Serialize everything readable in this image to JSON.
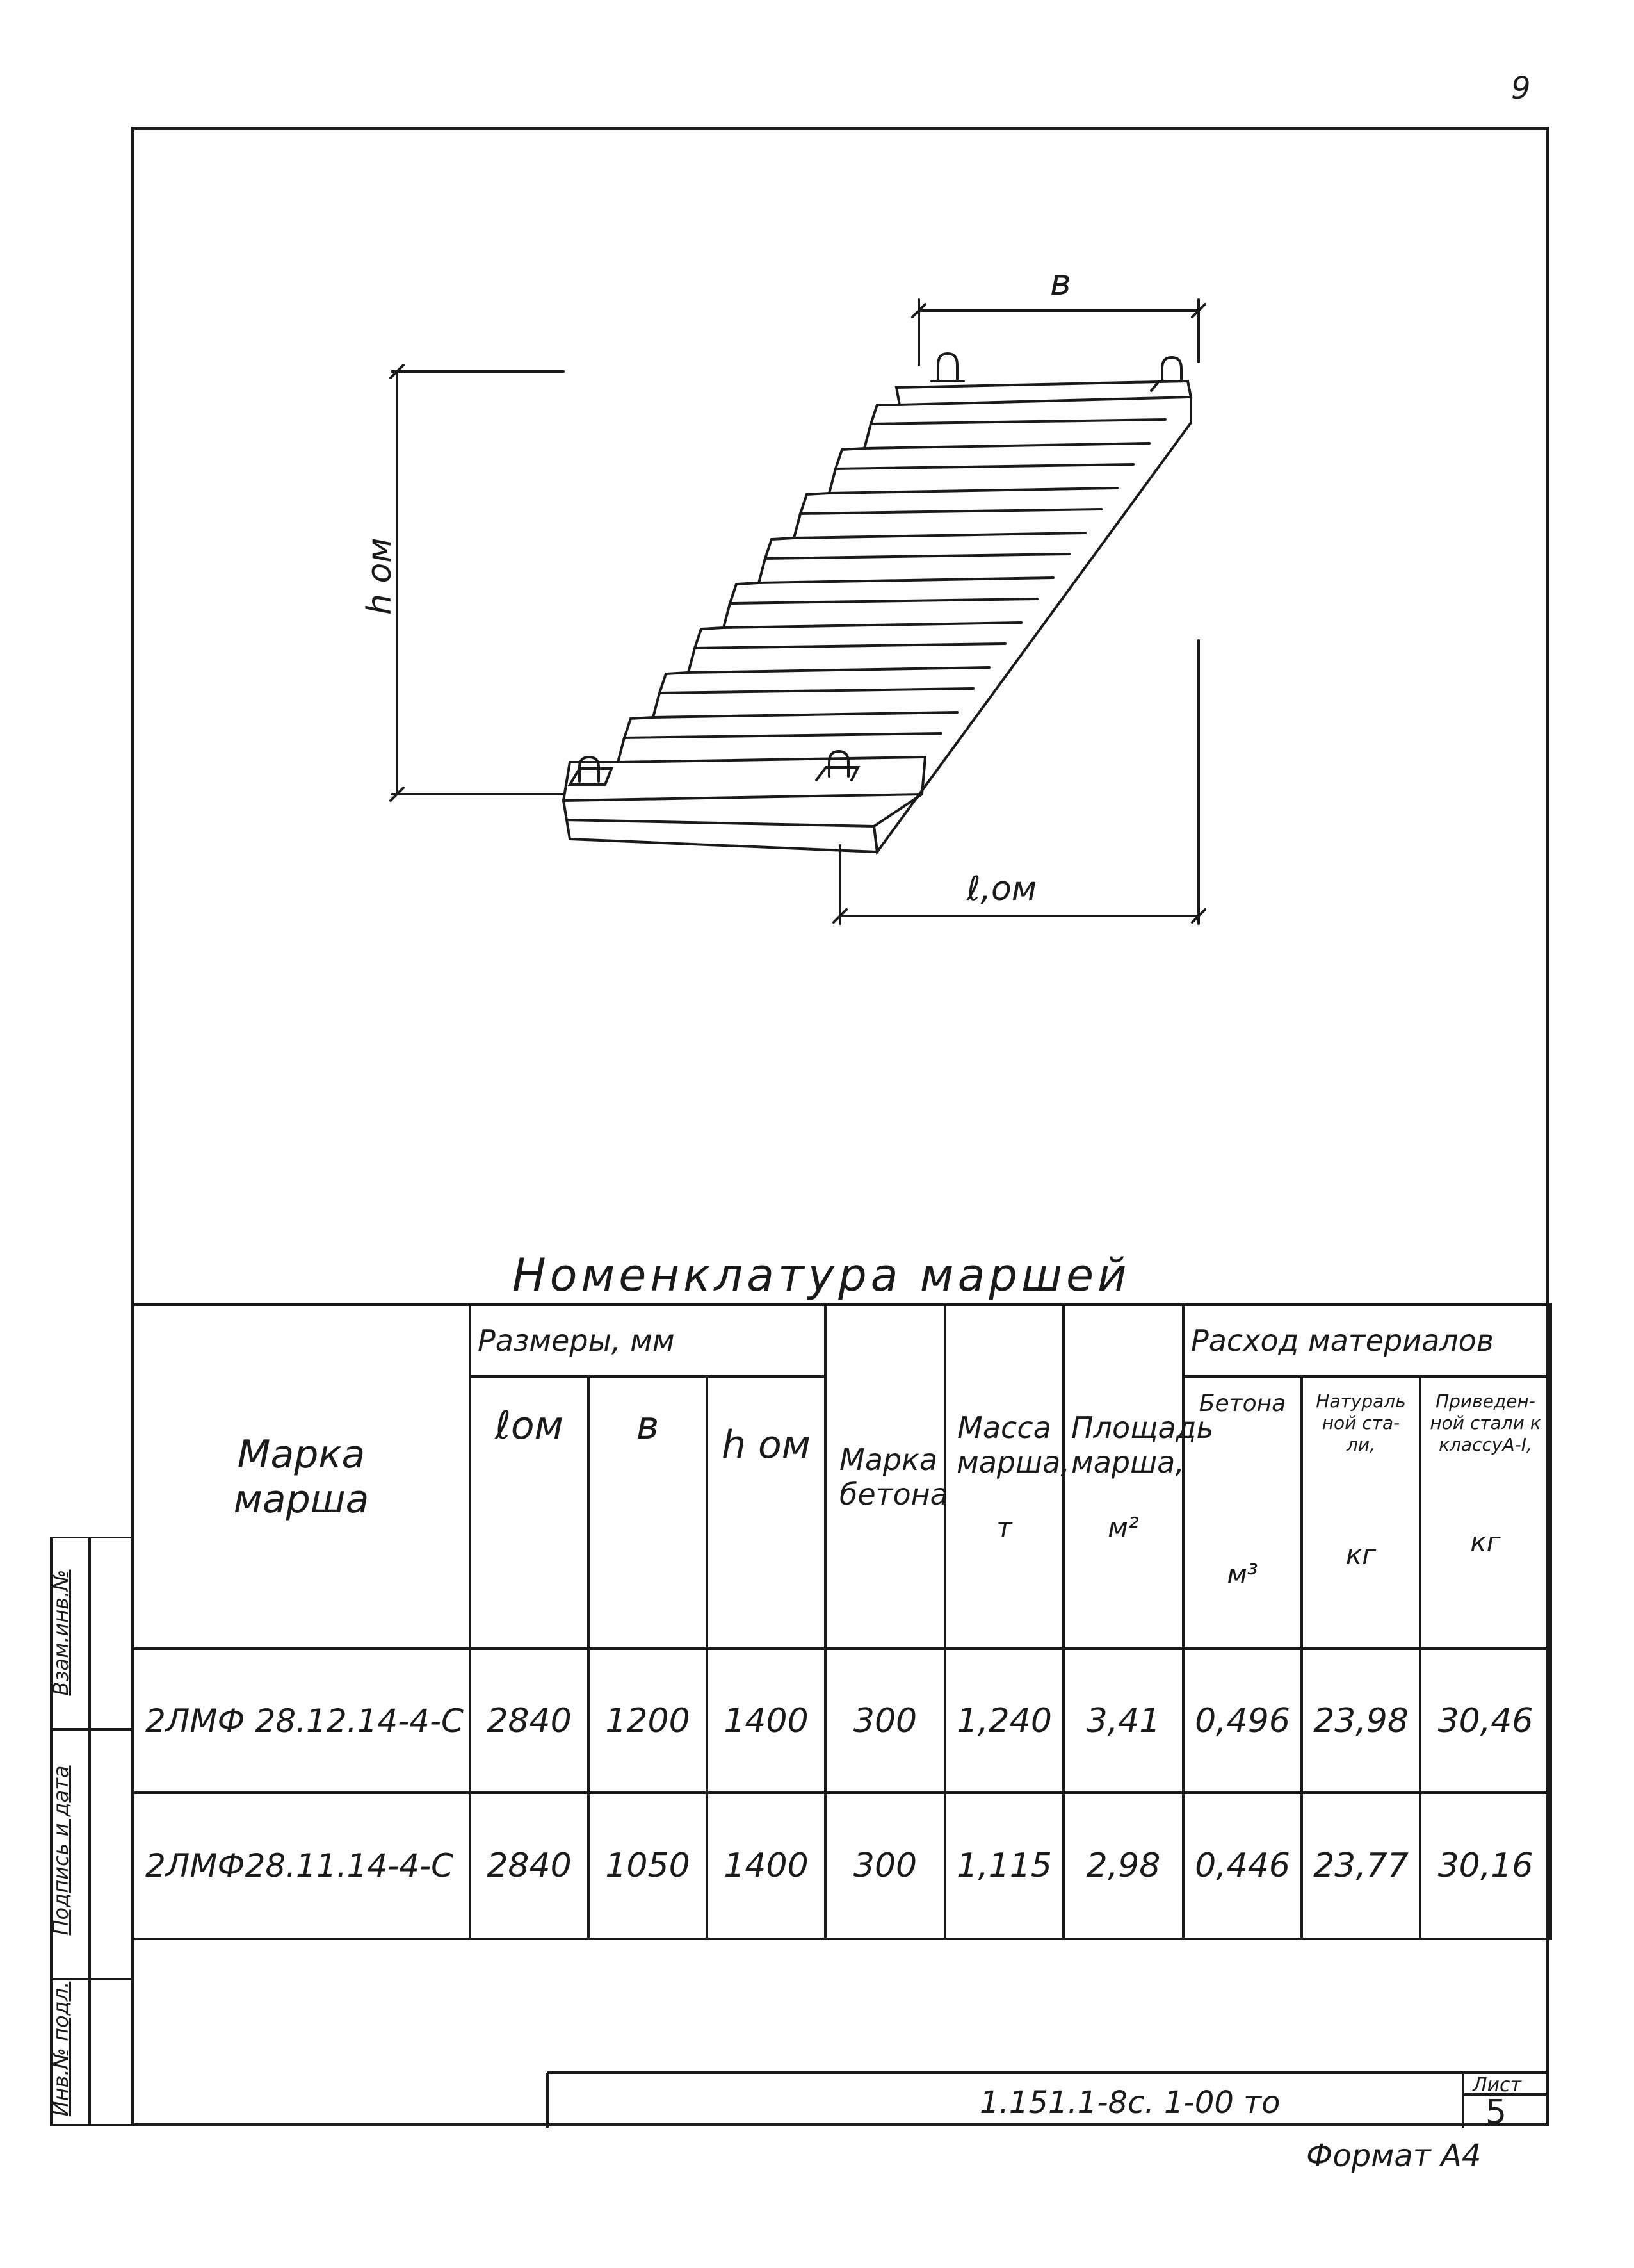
{
  "page_number": "9",
  "drawing": {
    "label_b": "в",
    "label_h": "h ом",
    "label_l": "ℓ,ом"
  },
  "table_title": "Номенклатура маршей",
  "table": {
    "col_mark": "Марка марша",
    "group_sizes": "Размеры, мм",
    "col_l": "ℓом",
    "col_b": "в",
    "col_h": "h ом",
    "col_concrete_grade": "Марка бетона",
    "col_mass": "Масса марша,",
    "col_mass_unit": "т",
    "col_area": "Площадь марша,",
    "col_area_unit": "м²",
    "group_materials": "Расход материалов",
    "col_beton": "Бетона",
    "col_beton_unit": "м³",
    "col_natural_steel": "Натураль ной ста- ли,",
    "col_natural_steel_unit": "кг",
    "col_reduced_steel": "Приведен- ной стали к классуА-I,",
    "col_reduced_steel_unit": "кг",
    "rows": [
      [
        "2ЛМФ 28.12.14-4-С",
        "2840",
        "1200",
        "1400",
        "300",
        "1,240",
        "3,41",
        "0,496",
        "23,98",
        "30,46"
      ],
      [
        "2ЛМФ28.11.14-4-С",
        "2840",
        "1050",
        "1400",
        "300",
        "1,115",
        "2,98",
        "0,446",
        "23,77",
        "30,16"
      ]
    ]
  },
  "side_labels": {
    "inv_no_orig": "Инв.№ подл.",
    "signature_date": "Подпись и дата",
    "replace_inv": "Взам.инв.№"
  },
  "stamp": {
    "designation": "1.151.1-8с. 1-00 то",
    "sheet_label": "Лист",
    "sheet_number": "5"
  },
  "format_label": "Формат А4",
  "colors": {
    "ink": "#1a1a1a",
    "paper": "#ffffff"
  }
}
